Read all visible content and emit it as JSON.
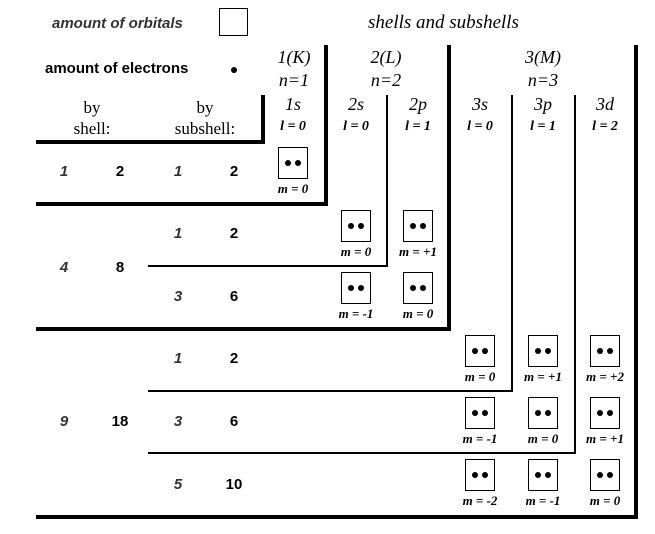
{
  "legend": {
    "orbitals_label": "amount of orbitals",
    "electrons_label": "amount of electrons",
    "title": "shells and subshells"
  },
  "columns_header": {
    "by_shell": "by\nshell:",
    "by_subshell": "by\nsubshell:"
  },
  "shells": [
    {
      "name": "1(K)",
      "n": "n=1"
    },
    {
      "name": "2(L)",
      "n": "n=2"
    },
    {
      "name": "3(M)",
      "n": "n=3"
    }
  ],
  "subshells": [
    {
      "name": "1s",
      "l": "l = 0"
    },
    {
      "name": "2s",
      "l": "l = 0"
    },
    {
      "name": "2p",
      "l": "l = 1"
    },
    {
      "name": "3s",
      "l": "l = 0"
    },
    {
      "name": "3p",
      "l": "l = 1"
    },
    {
      "name": "3d",
      "l": "l = 2"
    }
  ],
  "shell_rows": [
    {
      "orbitals": "1",
      "electrons": "2"
    },
    {
      "orbitals": "4",
      "electrons": "8"
    },
    {
      "orbitals": "9",
      "electrons": "18"
    }
  ],
  "subshell_rows": [
    {
      "orbitals": "1",
      "electrons": "2"
    },
    {
      "orbitals": "1",
      "electrons": "2"
    },
    {
      "orbitals": "3",
      "electrons": "6"
    },
    {
      "orbitals": "1",
      "electrons": "2"
    },
    {
      "orbitals": "3",
      "electrons": "6"
    },
    {
      "orbitals": "5",
      "electrons": "10"
    }
  ],
  "orbitals": [
    {
      "col": 0,
      "row": 0,
      "m": "m = 0"
    },
    {
      "col": 1,
      "row": 1,
      "m": "m = 0"
    },
    {
      "col": 2,
      "row": 1,
      "m": "m = +1"
    },
    {
      "col": 1,
      "row": 2,
      "m": "m = -1"
    },
    {
      "col": 2,
      "row": 2,
      "m": "m = 0"
    },
    {
      "col": 3,
      "row": 3,
      "m": "m = 0"
    },
    {
      "col": 4,
      "row": 3,
      "m": "m = +1"
    },
    {
      "col": 5,
      "row": 3,
      "m": "m = +2"
    },
    {
      "col": 3,
      "row": 4,
      "m": "m = -1"
    },
    {
      "col": 4,
      "row": 4,
      "m": "m = 0"
    },
    {
      "col": 5,
      "row": 4,
      "m": "m = +1"
    },
    {
      "col": 3,
      "row": 5,
      "m": "m = -2"
    },
    {
      "col": 4,
      "row": 5,
      "m": "m = -1"
    },
    {
      "col": 5,
      "row": 5,
      "m": "m = 0"
    }
  ]
}
